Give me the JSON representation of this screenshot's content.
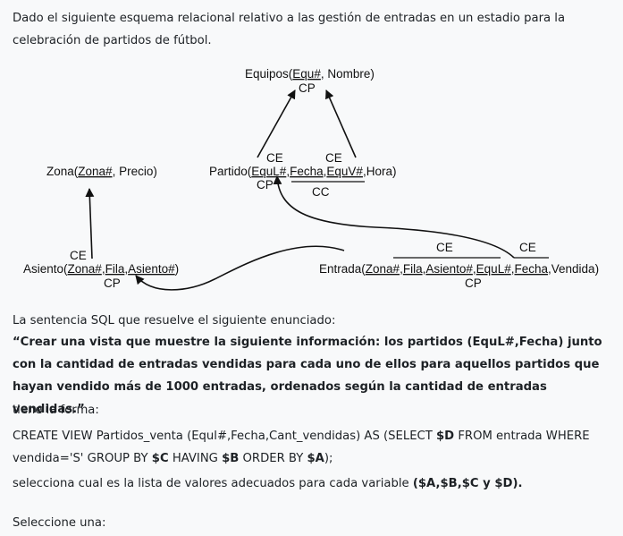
{
  "intro": "Dado el siguiente esquema relacional relativo a las gestión de entradas en un estadio para la celebración de partidos de fútbol.",
  "diagram": {
    "equipos": {
      "name": "Equipos(",
      "key": "Equ#",
      "rest": ", Nombre)",
      "cp": "CP"
    },
    "zona": {
      "name": "Zona(",
      "key": "Zona#",
      "rest": ", Precio)"
    },
    "partido": {
      "name": "Partido(",
      "k1": "EquL#",
      "s1": ",",
      "k2": "Fecha",
      "s2": ",",
      "k3": "EquV#",
      "rest": ",Hora)",
      "cp": "CP",
      "cc": "CC",
      "ce1": "CE",
      "ce2": "CE"
    },
    "asiento": {
      "name": "Asiento(",
      "k1": "Zona#",
      "s1": ",",
      "k2": "Fila",
      "s2": ",",
      "k3": "Asiento#",
      "rest": ")",
      "ce": "CE",
      "cp": "CP"
    },
    "entrada": {
      "name": "Entrada(",
      "k1": "Zona#",
      "s1": ",",
      "k2": "Fila",
      "s2": ",",
      "k3": "Asiento#",
      "s3": ",",
      "k4": "EquL#",
      "s4": ",",
      "k5": "Fecha",
      "rest": ",Vendida)",
      "ce1": "CE",
      "ce2": "CE",
      "cp": "CP"
    }
  },
  "sql_lead": "La sentencia SQL que resuelve el siguiente enunciado:",
  "question": "“Crear una vista que muestre la siguiente información: los partidos (EquL#,Fecha) junto con la cantidad de entradas vendidas para cada uno de ellos para aquellos partidos que hayan vendido más de 1000 entradas, ordenados según la cantidad de entradas vendidas.”",
  "form_label": "tiene la forma:",
  "code": {
    "p1": "CREATE VIEW Partidos_venta (Equl#,Fecha,Cant_vendidas) AS (SELECT ",
    "v1": "$D",
    "p2": "  FROM entrada WHERE vendida='S' GROUP BY ",
    "v2": "$C",
    "p3": " HAVING ",
    "v3": "$B",
    "p4": "  ORDER BY ",
    "v4": "$A",
    "p5": ");"
  },
  "select": {
    "text": "selecciona cual es la lista de valores adecuados para cada variable ",
    "vars": "($A,$B,$C y $D)."
  },
  "choose": "Seleccione una:"
}
